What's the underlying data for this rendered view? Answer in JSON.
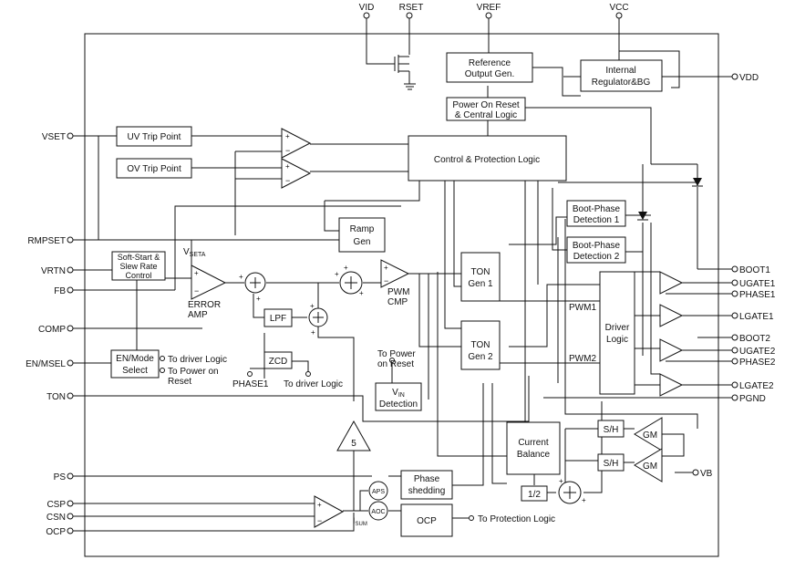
{
  "pins": {
    "vid": "VID",
    "rset": "RSET",
    "vref": "VREF",
    "vcc": "VCC",
    "vdd": "VDD",
    "vset": "VSET",
    "rmpset": "RMPSET",
    "vrtn": "VRTN",
    "fb": "FB",
    "comp": "COMP",
    "en_msel": "EN/MSEL",
    "ton": "TON",
    "ps": "PS",
    "csp": "CSP",
    "csn": "CSN",
    "ocp": "OCP",
    "boot1": "BOOT1",
    "ugate1": "UGATE1",
    "phase1": "PHASE1",
    "lgate1": "LGATE1",
    "boot2": "BOOT2",
    "ugate2": "UGATE2",
    "phase2": "PHASE2",
    "lgate2": "LGATE2",
    "pgnd": "PGND",
    "vb": "VB"
  },
  "blocks": {
    "ref_line1": "Reference",
    "ref_line2": "Output Gen.",
    "ireg_line1": "Internal",
    "ireg_line2": "Regulator&BG",
    "por_line1": "Power On Reset",
    "por_line2": "& Central Logic",
    "uv_trip": "UV Trip Point",
    "ov_trip": "OV Trip Point",
    "cpl": "Control & Protection Logic",
    "ramp_line1": "Ramp",
    "ramp_line2": "Gen",
    "ss_line1": "Soft-Start &",
    "ss_line2": "Slew Rate",
    "ss_line3": "Control",
    "vseta_main": "V",
    "vseta_sub": "SETA",
    "err_line1": "ERROR",
    "err_line2": "AMP",
    "lpf": "LPF",
    "zcd": "ZCD",
    "pwm_line1": "PWM",
    "pwm_line2": "CMP",
    "ton1_line1": "TON",
    "ton1_line2": "Gen 1",
    "ton2_line1": "TON",
    "ton2_line2": "Gen 2",
    "bp1_line1": "Boot-Phase",
    "bp1_line2": "Detection 1",
    "bp2_line1": "Boot-Phase",
    "bp2_line2": "Detection 2",
    "driver_line1": "Driver",
    "driver_line2": "Logic",
    "pwm1": "PWM1",
    "pwm2": "PWM2",
    "enmode_line1": "EN/Mode",
    "enmode_line2": "Select",
    "vin_main": "V",
    "vin_sub": "IN",
    "vin_line2": "Detection",
    "cb_line1": "Current",
    "cb_line2": "Balance",
    "sh": "S/H",
    "gm": "GM",
    "half": "1/2",
    "gain": "5",
    "phase_shed_line1": "Phase",
    "phase_shed_line2": "shedding",
    "ocp": "OCP",
    "aps": "APS",
    "aoc": "AOC",
    "isum_main": "I",
    "isum_sub": "SUM"
  },
  "annotations": {
    "to_driver_logic": "To driver Logic",
    "to_power_on_reset_1": "To Power on",
    "to_power_on_reset_2": "Reset",
    "to_power_on_reset_top_1": "To Power",
    "to_power_on_reset_top_2": "on Reset",
    "phase1": "PHASE1",
    "to_driver_logic_2": "To driver Logic",
    "to_protection_logic": "To Protection Logic"
  }
}
